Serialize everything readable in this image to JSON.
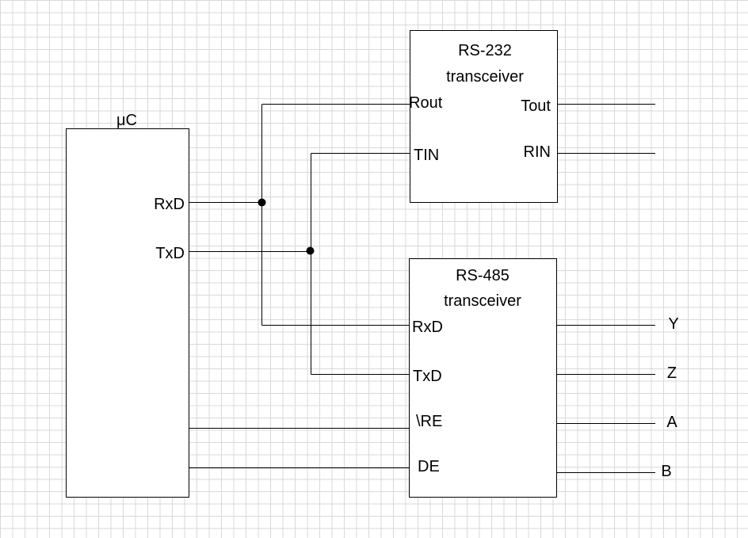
{
  "uc": {
    "label": "μC",
    "pins": {
      "rxd": "RxD",
      "txd": "TxD"
    }
  },
  "rs232": {
    "title_line1": "RS-232",
    "title_line2": "transceiver",
    "pins": {
      "rout": "Rout",
      "tin": "TIN",
      "tout": "Tout",
      "rin": "RIN"
    }
  },
  "rs485": {
    "title_line1": "RS-485",
    "title_line2": "transceiver",
    "pins": {
      "rxd": "RxD",
      "txd": "TxD",
      "re": "\\RE",
      "de": "DE"
    }
  },
  "bus_terminals": {
    "y": "Y",
    "z": "Z",
    "a": "A",
    "b": "B"
  },
  "colors": {
    "grid": "#d9d9d9",
    "line": "#000000",
    "background": "#ffffff"
  }
}
